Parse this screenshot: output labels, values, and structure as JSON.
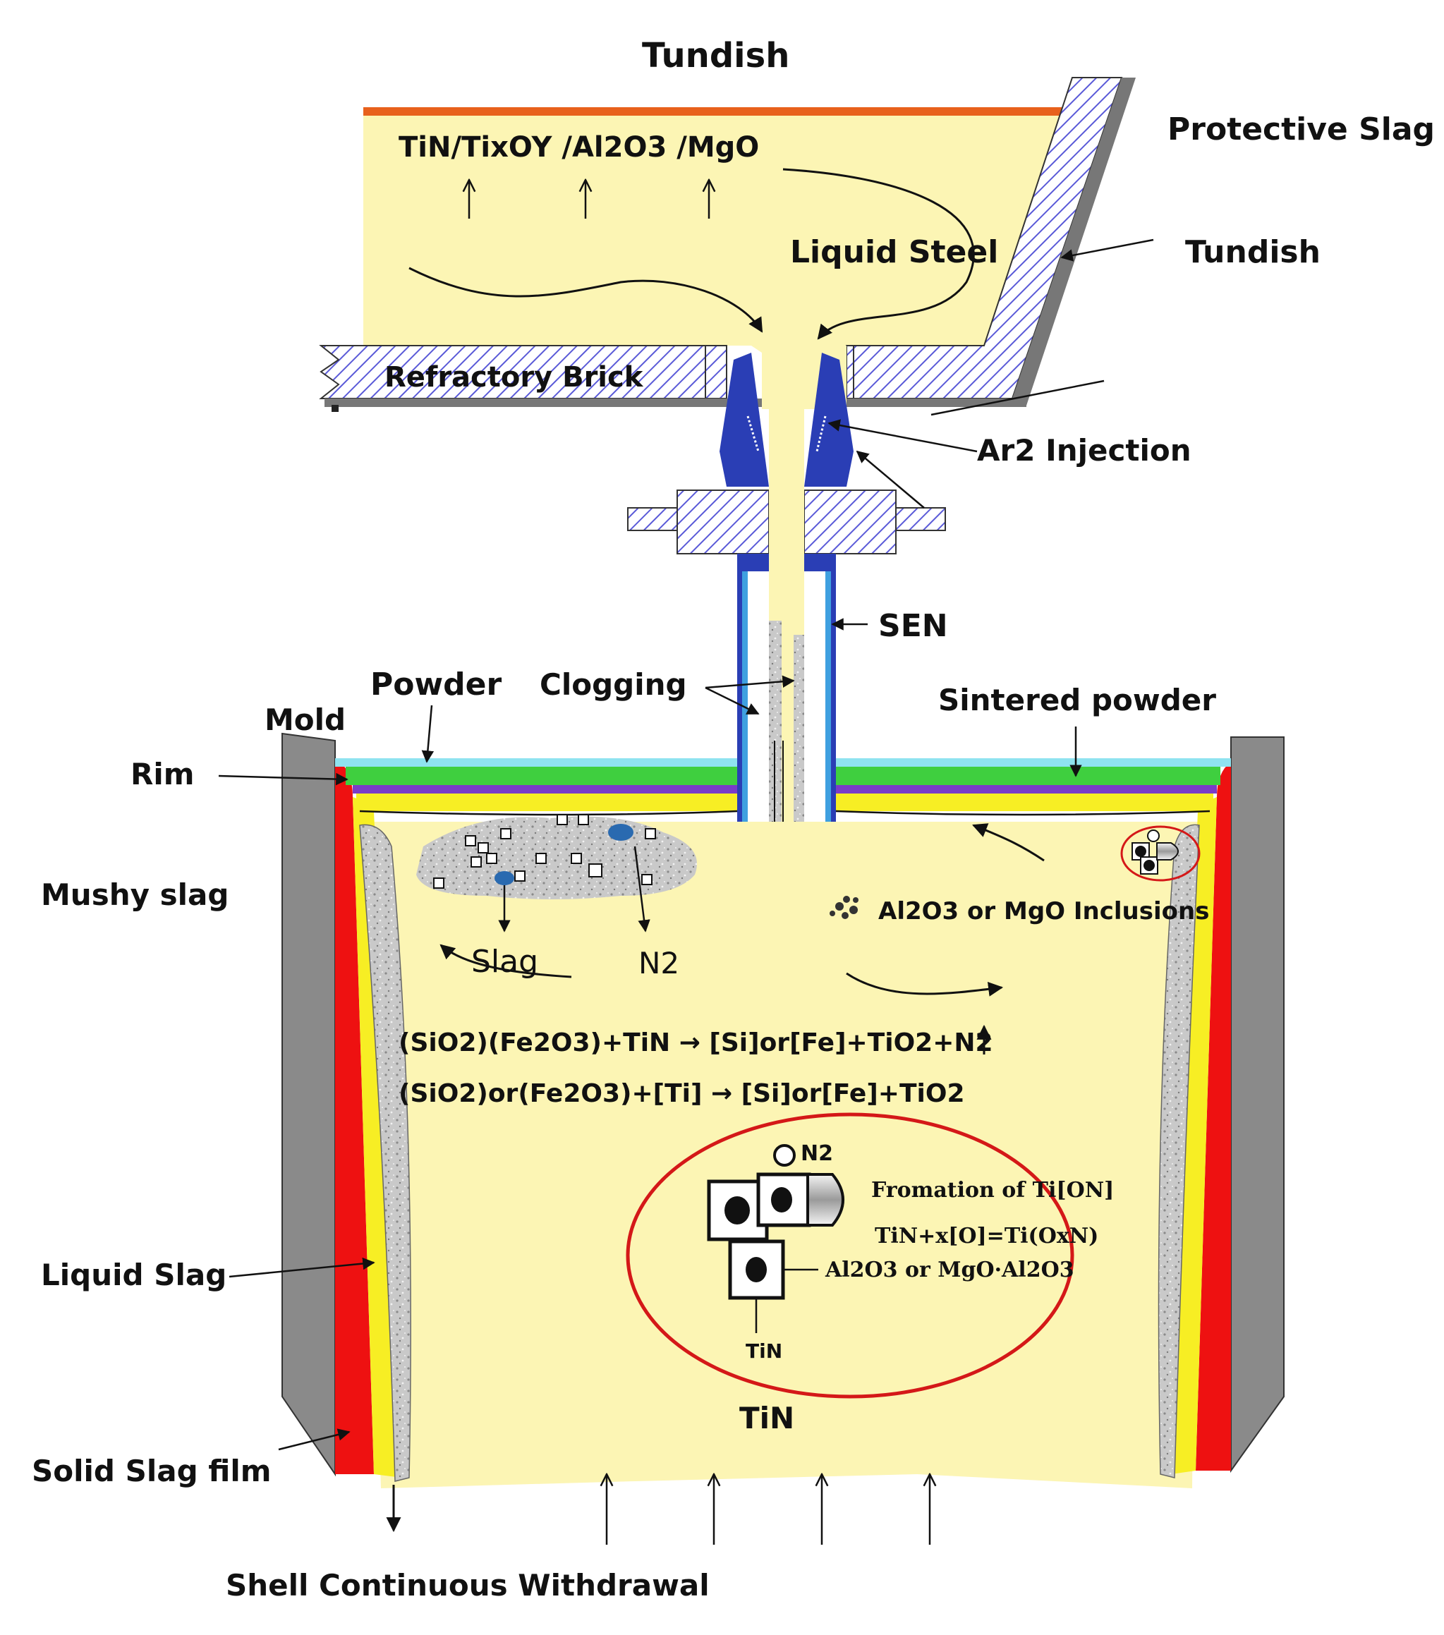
{
  "labels": {
    "tundish_top": "Tundish",
    "protective_slag": "Protective Slag",
    "tundish_side": "Tundish",
    "inclusions_top": "TiN/TixOY /Al2O3 /MgO",
    "liquid_steel": "Liquid Steel",
    "refractory_brick": "Refractory Brick",
    "ar_injection": "Ar2 Injection",
    "sen": "SEN",
    "powder": "Powder",
    "clogging": "Clogging",
    "sintered_powder": "Sintered  powder",
    "mold": "Mold",
    "rim": "Rim",
    "mushy_slag": "Mushy slag",
    "slag": "Slag",
    "n2": "N2",
    "al2o3_mgo_inclusions": "Al2O3 or MgO Inclusions",
    "reaction_1": "(SiO2)(Fe2O3)+TiN → [Si]or[Fe]+TiO2+N2",
    "reaction_2": "(SiO2)or(Fe2O3)+[Ti]  →  [Si]or[Fe]+TiO2",
    "n2_bubble": "N2",
    "formation": "Fromation of Ti[ON]",
    "formation_eq": "TiN+x[O]=Ti(OxN)",
    "al2o3_mgo": "Al2O3 or MgO·Al2O3",
    "tin_small": "TiN",
    "tin_center": "TiN",
    "liquid_slag": "Liquid  Slag",
    "solid_slag_film": "Solid Slag film",
    "shell_withdrawal": "Shell Continuous  Withdrawal"
  },
  "colors": {
    "steel": "#fcf5b4",
    "slag_red": "#ee1111",
    "slag_yellow": "#f7ee24",
    "mold_gray": "#8a8a8a",
    "nozzle_blue": "#2a3eb5",
    "hatch": "#5a5ad8",
    "powder_cyan": "#8fe3f0",
    "sintered_green": "#3fcf3f",
    "mushy_purple": "#7a3cc8",
    "protective_orange": "#e8611c",
    "ellipse_red": "#d41818"
  }
}
